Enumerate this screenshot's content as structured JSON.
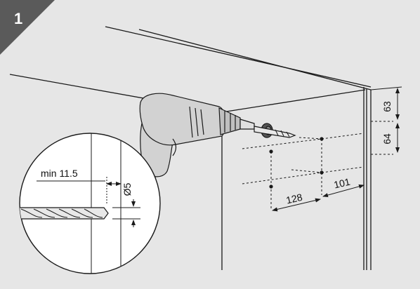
{
  "step_number": "1",
  "colors": {
    "background": "#e6e6e6",
    "badge": "#5a5a5a",
    "line": "#1a1a1a",
    "drill_body": "#d2d2d2"
  },
  "icons": {
    "drill": "power-drill-icon"
  },
  "dimensions": {
    "top_offset": "63",
    "hole_spacing_vertical": "64",
    "hole_spacing_horizontal": "128",
    "edge_offset": "101",
    "min_depth": "min 11.5",
    "drill_diameter": "Ø5"
  }
}
